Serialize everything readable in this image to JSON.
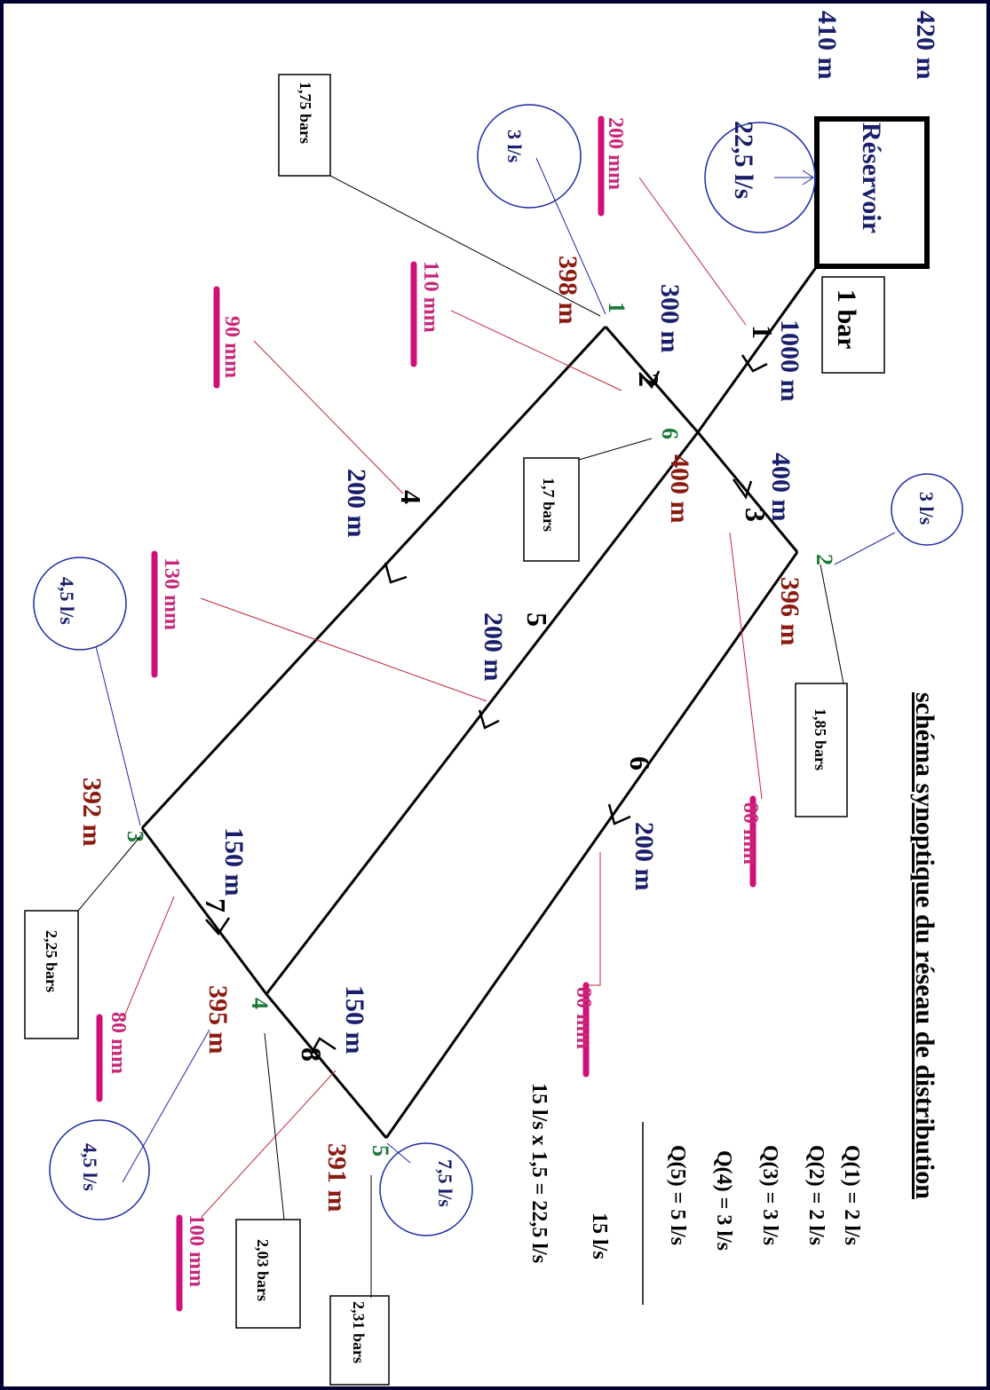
{
  "title": "schéma synoptique du réseau de distribution",
  "reservoir": {
    "label": "Réservoir",
    "flow": "22,5 l/s",
    "level_top": "420 m",
    "level_bottom": "410 m",
    "pressure": "1 bar"
  },
  "nodes": {
    "n1": {
      "id": "1",
      "elevation": "398 m",
      "demand": "3 l/s",
      "pressure": "1,75 bars"
    },
    "n2": {
      "id": "2",
      "elevation": "396 m",
      "demand": "3 l/s",
      "pressure": "1,85 bars"
    },
    "n3": {
      "id": "3",
      "elevation": "392 m",
      "demand": "4,5 l/s",
      "pressure": "2,25 bars"
    },
    "n4": {
      "id": "4",
      "elevation": "395 m",
      "demand": "4,5 l/s",
      "pressure": "2,03 bars"
    },
    "n5": {
      "id": "5",
      "elevation": "391 m",
      "demand": "7,5 l/s",
      "pressure": "2,31 bars"
    },
    "n6": {
      "id": "6",
      "elevation": "400 m",
      "pressure": "1,7 bars"
    }
  },
  "pipes": {
    "p1": {
      "id": "1",
      "length": "1000 m",
      "diameter": "200 mm"
    },
    "p2": {
      "id": "2",
      "length": "300 m",
      "diameter": "110 mm"
    },
    "p3": {
      "id": "3",
      "length": "400 m",
      "diameter": "80 mm"
    },
    "p4": {
      "id": "4",
      "length": "200 m",
      "diameter": "90 mm"
    },
    "p5": {
      "id": "5",
      "length": "200 m",
      "diameter": "130 mm"
    },
    "p6": {
      "id": "6",
      "length": "200 m",
      "diameter": "80 mm"
    },
    "p7": {
      "id": "7",
      "length": "150 m",
      "diameter": "80 mm"
    },
    "p8": {
      "id": "8",
      "length": "150 m",
      "diameter": "100 mm"
    }
  },
  "flows": {
    "q1": "Q(1) = 2 l/s",
    "q2": "Q(2) = 2 l/s",
    "q3": "Q(3) = 3 l/s",
    "q4": "Q(4) = 3 l/s",
    "q5": "Q(5) = 5 l/s",
    "sum": "15 l/s",
    "total": "15 l/s x 1,5 = 22,5 l/s"
  },
  "colors": {
    "blue_text": "#1a1f6b",
    "red_text": "#8b1a10",
    "green_node": "#1e7a3a",
    "magenta_bar": "#c8287a",
    "circle": "#1d2aa6"
  }
}
